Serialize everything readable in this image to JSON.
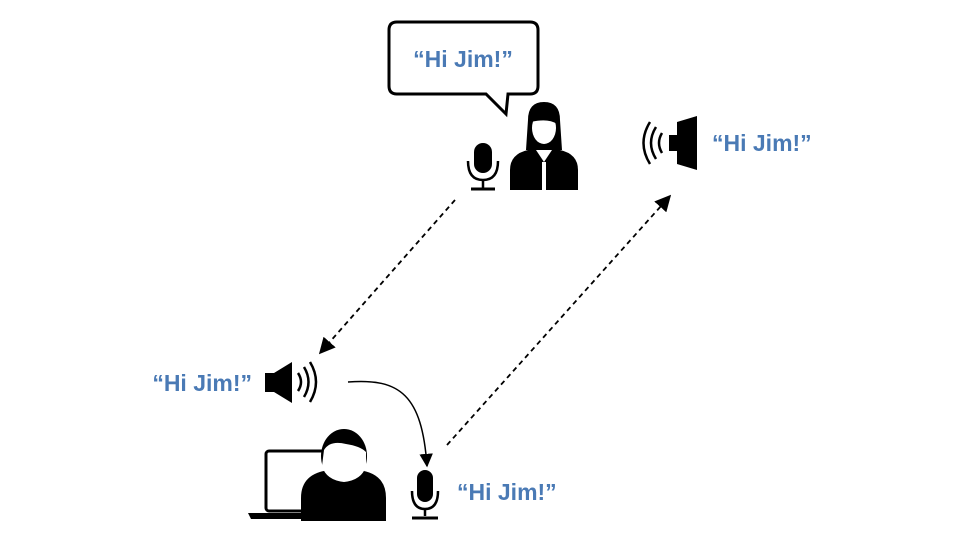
{
  "colors": {
    "text_blue": "#4a7ab5",
    "ink": "#000000",
    "background": "#ffffff"
  },
  "speech_bubble": {
    "text": "“Hi Jim!”"
  },
  "remote_speaker": {
    "text": "“Hi Jim!”",
    "icon": "speaker-left-icon"
  },
  "local_speaker": {
    "text": "“Hi Jim!”",
    "icon": "speaker-right-icon"
  },
  "local_mic": {
    "text": "“Hi Jim!”",
    "icon": "microphone-icon"
  },
  "icons": {
    "woman": "woman-user-icon",
    "man": "man-user-icon",
    "laptop": "laptop-icon",
    "remote_mic": "microphone-icon"
  }
}
